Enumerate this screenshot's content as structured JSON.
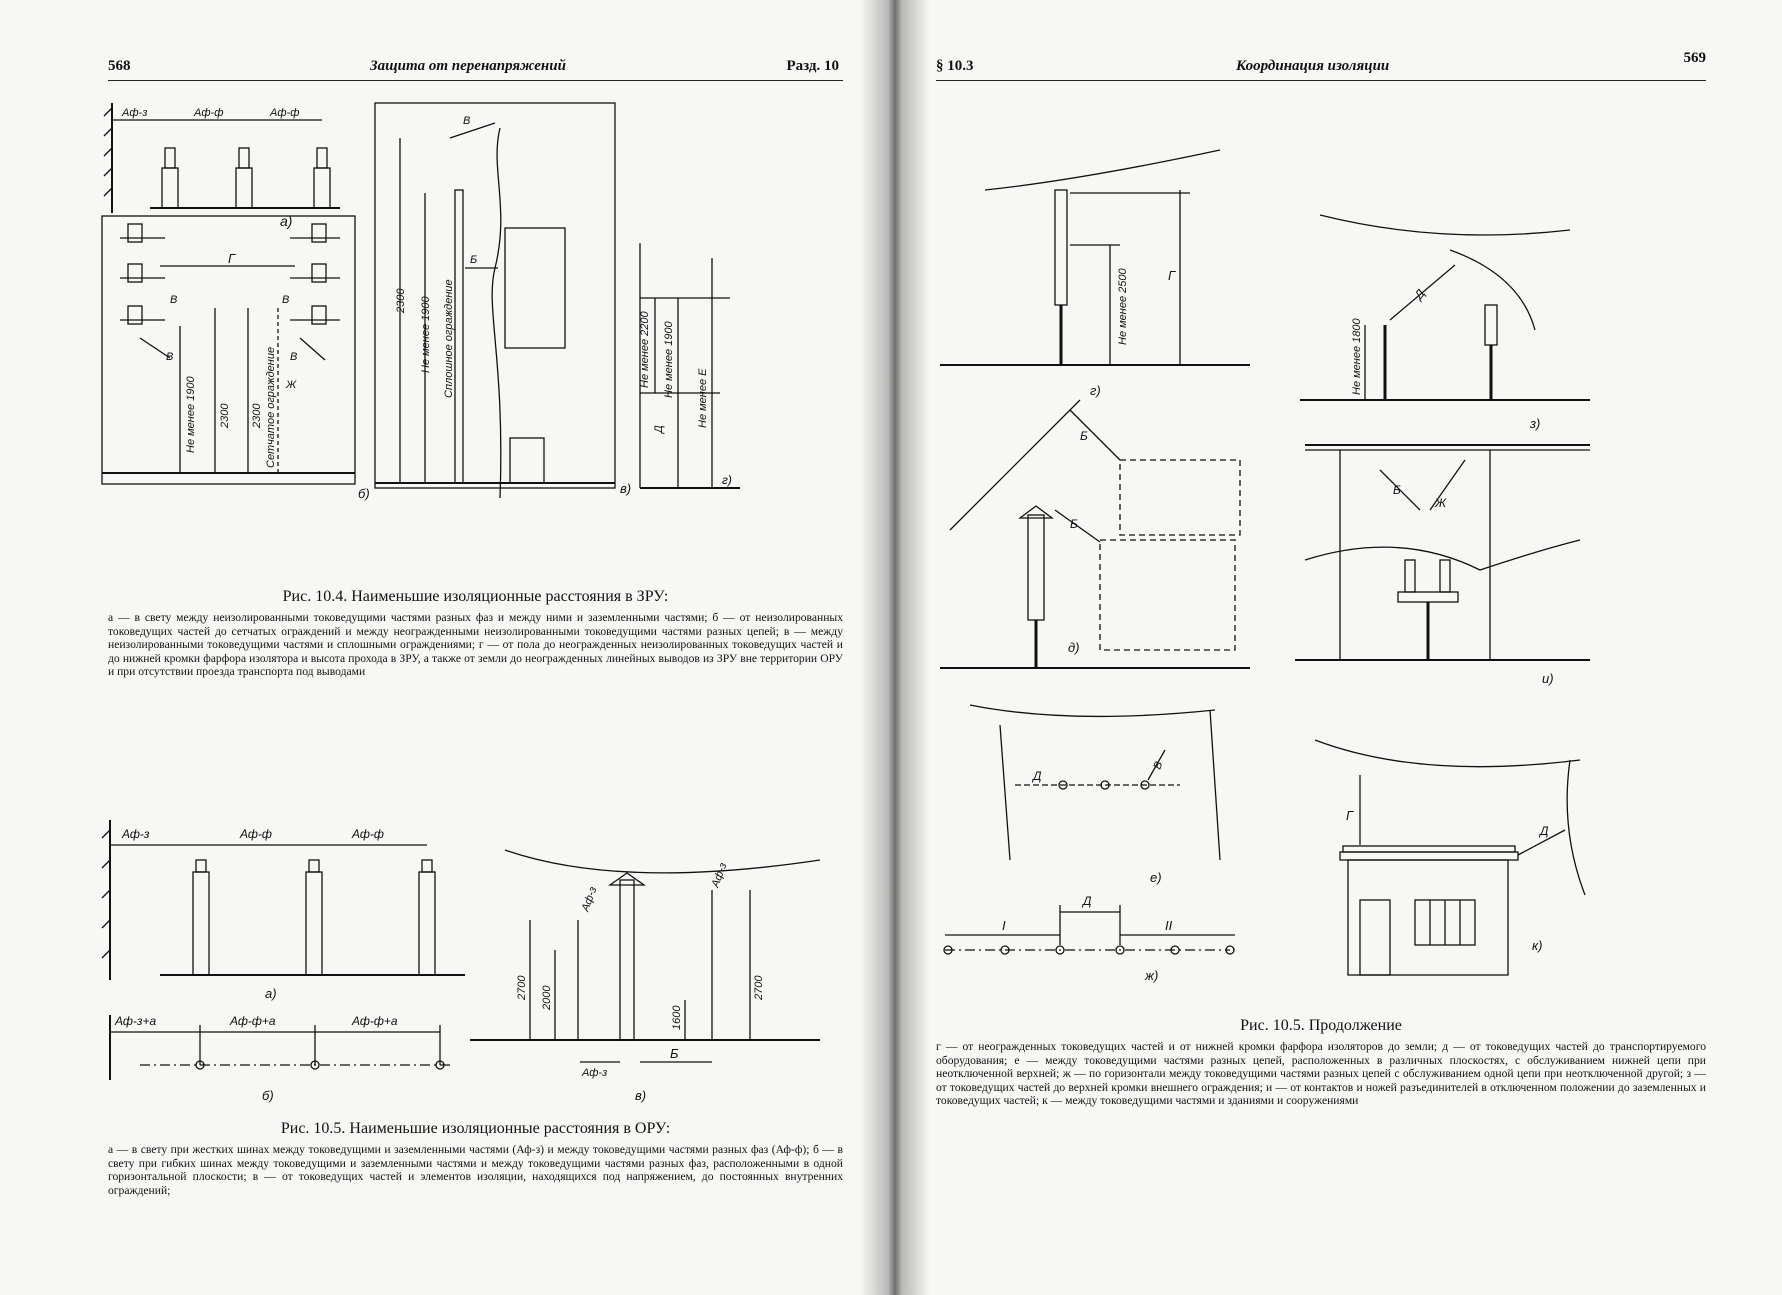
{
  "left": {
    "header": {
      "page_num": "568",
      "title": "Защита от перенапряжений",
      "section": "Разд. 10"
    },
    "fig1": {
      "dim_labels": [
        "Aф-з",
        "Aф-ф",
        "Aф-ф",
        "Г",
        "В",
        "В",
        "В",
        "В",
        "Ж",
        "Б",
        "Д"
      ],
      "vertical_labels": [
        "Не менее 1900",
        "2300",
        "2300",
        "Сетчатое ограждение",
        "2300",
        "Не менее 1900",
        "Сплошное ограждение",
        "Не менее 2200",
        "Не менее 1900",
        "Не менее Е"
      ],
      "panel_labels": [
        "а)",
        "б)",
        "в)",
        "г)"
      ],
      "caption_title": "Рис. 10.4. Наименьшие изоляционные расстояния в ЗРУ:",
      "caption_body": "а — в свету между неизолированными токоведущими частями разных фаз и между ними и заземленными частями; б — от неизолированных токоведущих частей до сетчатых ограждений и между неогражденными неизолированными токоведущими частями разных цепей; в — между неизолированными токоведущими частями и сплошными ограждениями; г — от пола до неогражденных неизолированных токоведущих частей и до нижней кромки фарфора изолятора и высота прохода в ЗРУ, а также от земли до неогражденных линейных выводов из ЗРУ вне территории ОРУ и при отсутствии проезда транспорта под выводами"
    },
    "fig2": {
      "dim_labels": [
        "Аф-з",
        "Аф-ф",
        "Аф-ф",
        "Аф-з+а",
        "Аф-ф+а",
        "Аф-ф+а",
        "Аф-з",
        "Аф-з",
        "Аф-з",
        "Б"
      ],
      "vertical_labels": [
        "2700",
        "2000",
        "1600",
        "2700"
      ],
      "panel_labels": [
        "а)",
        "б)",
        "в)"
      ],
      "caption_title": "Рис. 10.5. Наименьшие изоляционные расстояния в ОРУ:",
      "caption_body": "а — в свету при жестких шинах между токоведущими и заземленными частями (Аф-з) и между токоведущими частями разных фаз (Аф-ф); б — в свету при гибких шинах между токоведущими и заземленными частями и между токоведущими частями разных фаз, расположенными в одной горизонтальной плоскости; в — от токоведущих частей и элементов изоляции, находящихся под напряжением, до постоянных внутренних ограждений;"
    }
  },
  "right": {
    "header": {
      "section": "§ 10.3",
      "title": "Координация изоляции",
      "page_num": "569"
    },
    "fig": {
      "dim_labels": [
        "Г",
        "Д",
        "Б",
        "Б",
        "Б",
        "Ж",
        "Д",
        "В",
        "Д",
        "I",
        "II",
        "Г",
        "Д"
      ],
      "vertical_labels": [
        "Не менее 2500",
        "Не менее 1800"
      ],
      "panel_labels": [
        "г)",
        "з)",
        "д)",
        "и)",
        "е)",
        "ж)",
        "к)"
      ],
      "caption_title": "Рис. 10.5. Продолжение",
      "caption_body": "г — от неогражденных токоведущих частей и от нижней кромки фарфора изоляторов до земли; д — от токоведущих частей до транспортируемого оборудования; е — между токоведущими частями разных цепей, расположенных в различных плоскостях, с обслуживанием нижней цепи при неотключенной верхней; ж — по горизонтали между токоведущими частями разных цепей с обслуживанием одной цепи при неотключенной другой; з — от токоведущих частей до верхней кромки внешнего ограждения; и — от контактов и ножей разъединителей в отключенном положении до заземленных и токоведущих частей; к — между токоведущими частями и зданиями и сооружениями"
    }
  }
}
